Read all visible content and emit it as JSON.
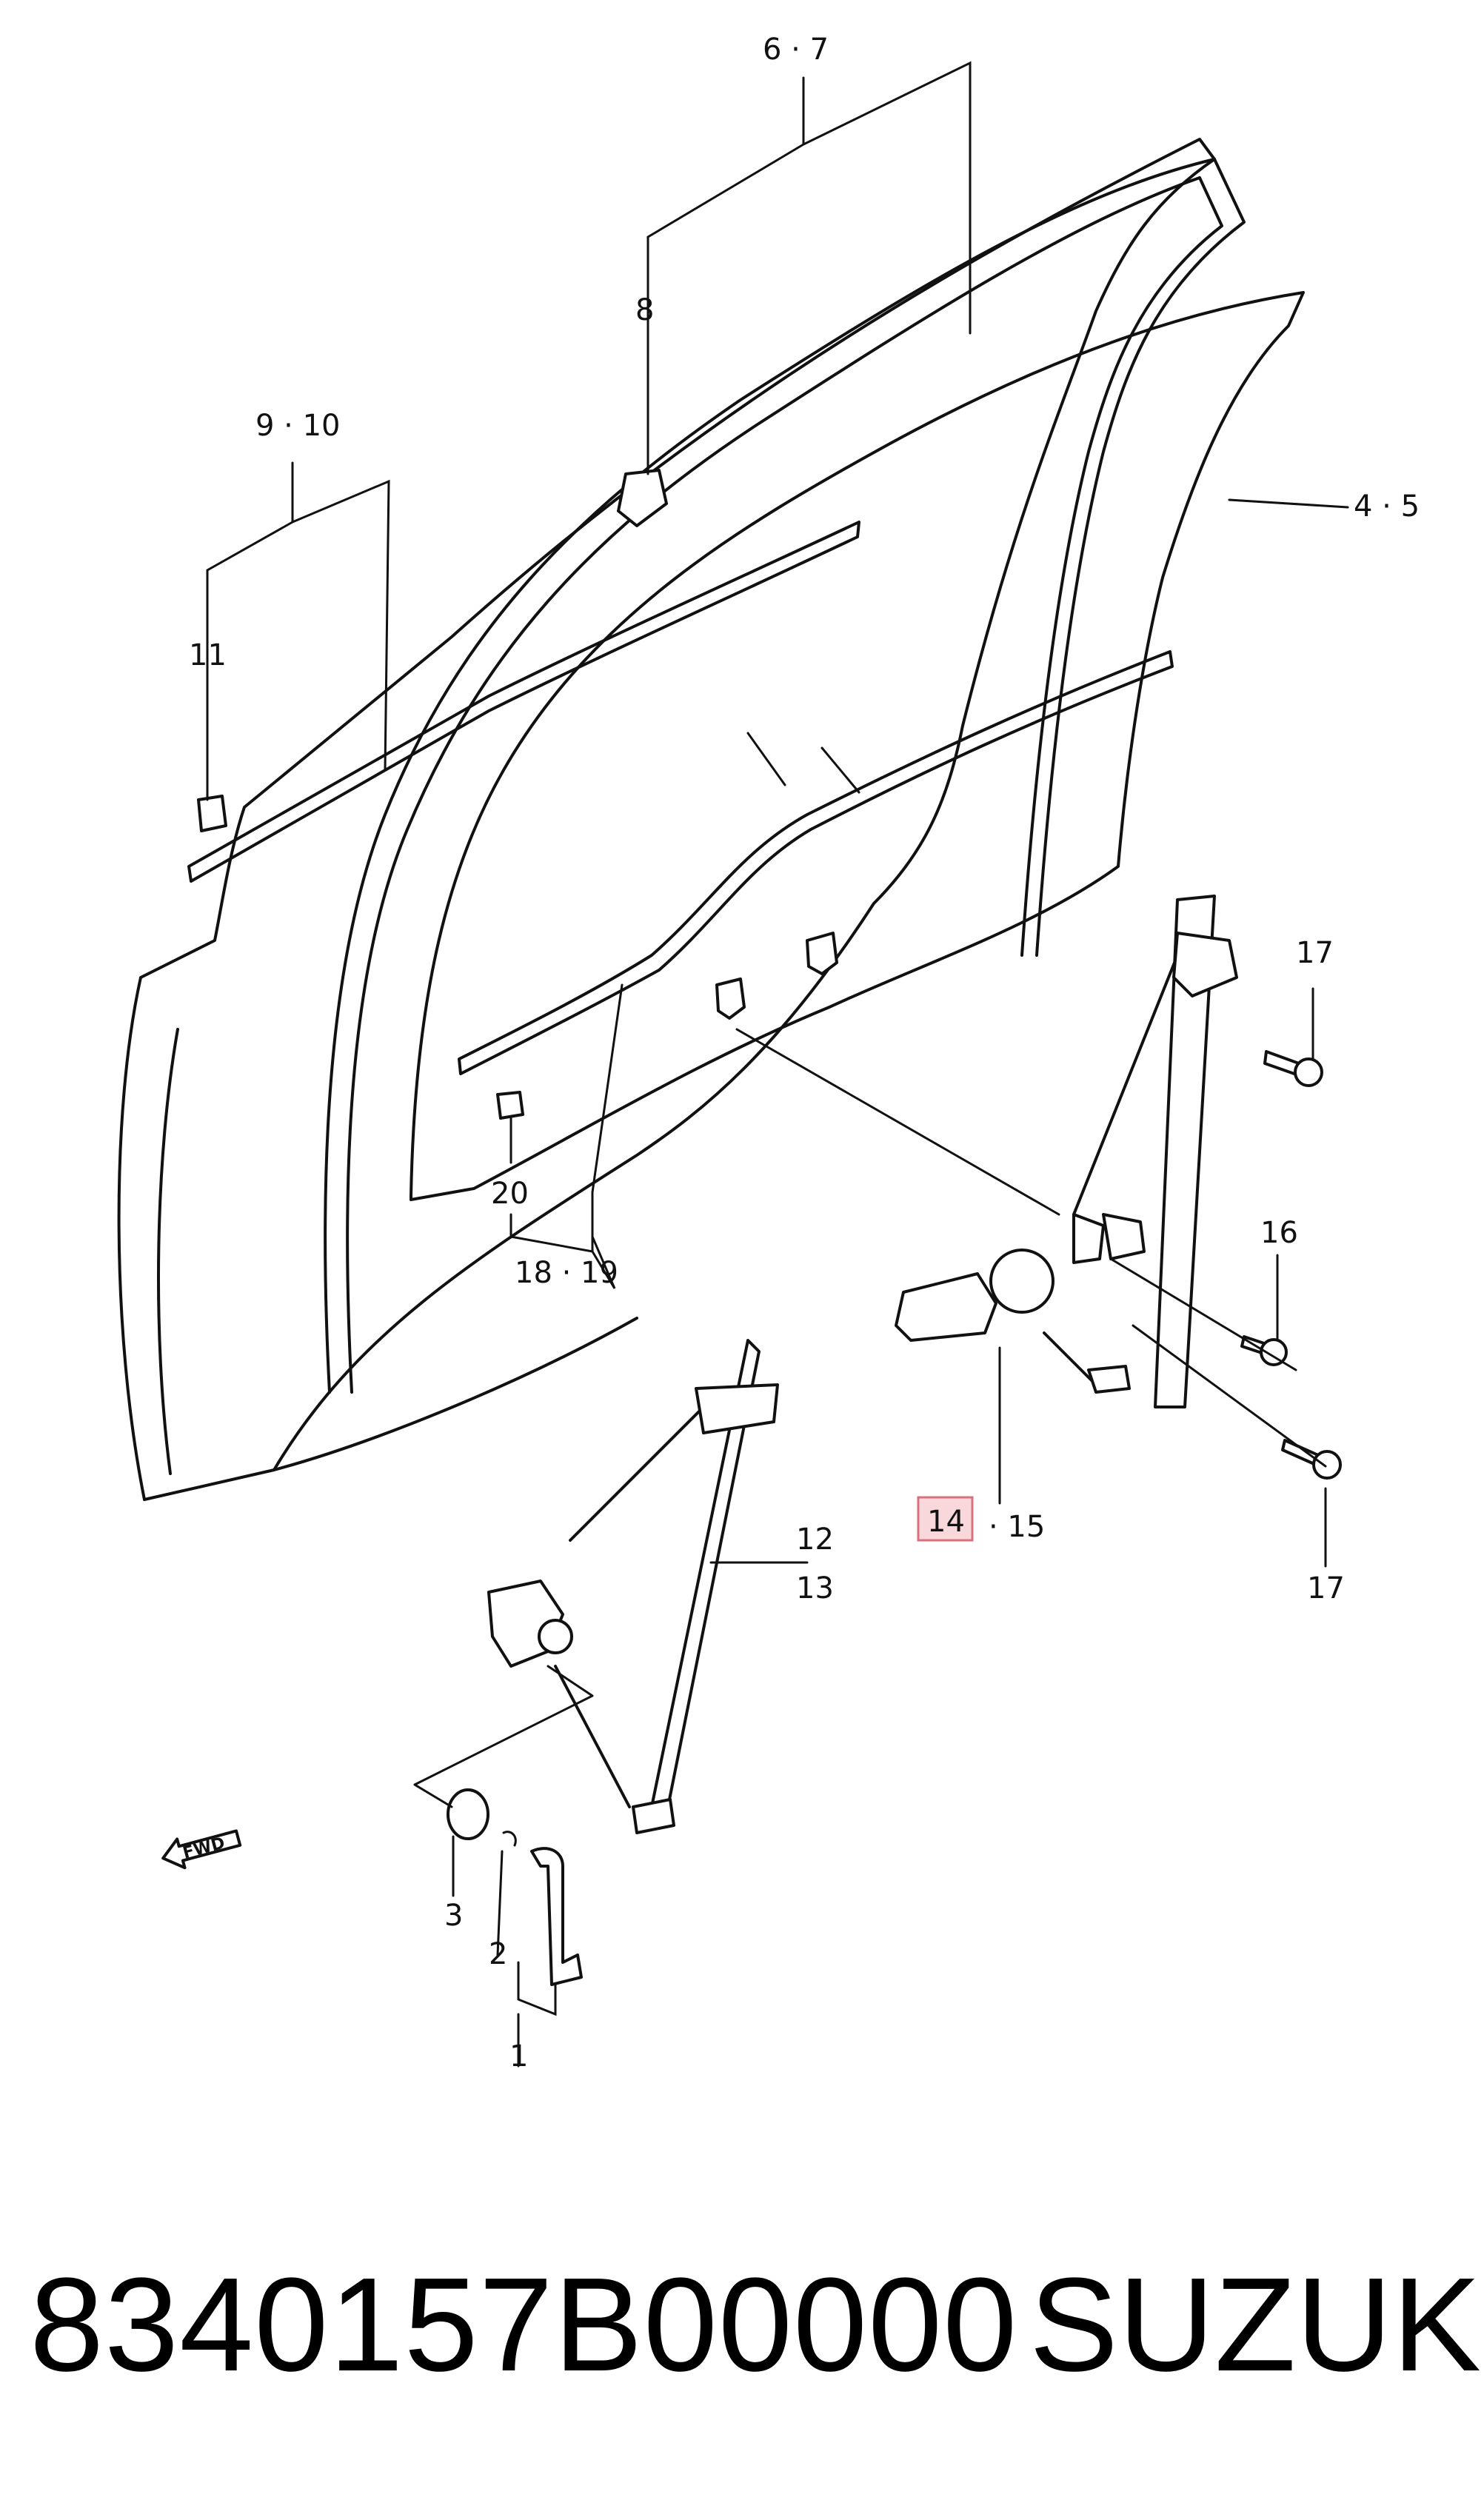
{
  "diagram": {
    "callouts": {
      "c67": "6 · 7",
      "c8": "8",
      "c910": "9 · 10",
      "c11": "11",
      "c45": "4 · 5",
      "c17a": "17",
      "c16": "16",
      "c17b": "17",
      "c14": "14",
      "c15": "· 15",
      "c1213a": "12",
      "c1213b": "13",
      "c20": "20",
      "c1819": "18 · 19",
      "c3": "3",
      "c2": "2",
      "c1": "1",
      "fwd": "FWD"
    },
    "highlighted_callout": "14",
    "highlight_color": "#f4b8c0"
  },
  "footer": {
    "part_number": "8340157B00000",
    "brand": "SUZUKI"
  }
}
